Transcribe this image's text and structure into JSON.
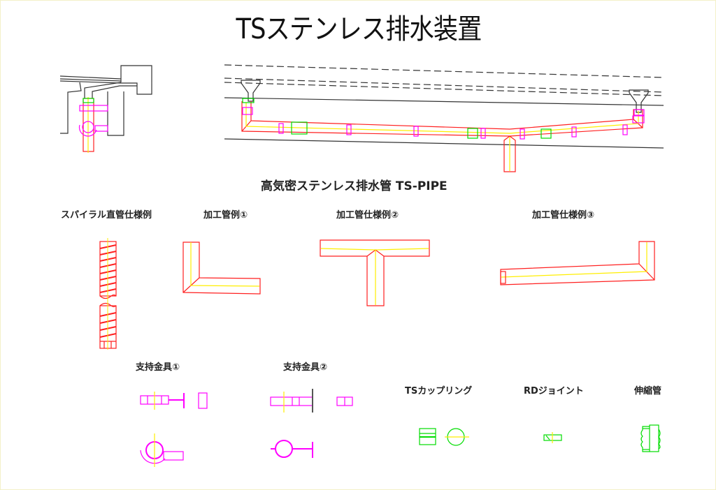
{
  "title": "TSステンレス排水装置",
  "subtitle": "高気密ステンレス排水管 TS-PIPE",
  "labels": {
    "spiral": "スパイラル直管仕様例",
    "processed1": "加工管例①",
    "processed2": "加工管仕様例②",
    "processed3": "加工管仕様例③",
    "support1": "支持金具①",
    "support2": "支持金具②",
    "coupling": "TSカップリング",
    "rd_joint": "RDジョイント",
    "expansion": "伸縮管"
  },
  "colors": {
    "pipe": "#ff2020",
    "center": "#ffee00",
    "clamp": "#ff00ff",
    "coupling": "#00dd00",
    "structure": "#333333"
  }
}
